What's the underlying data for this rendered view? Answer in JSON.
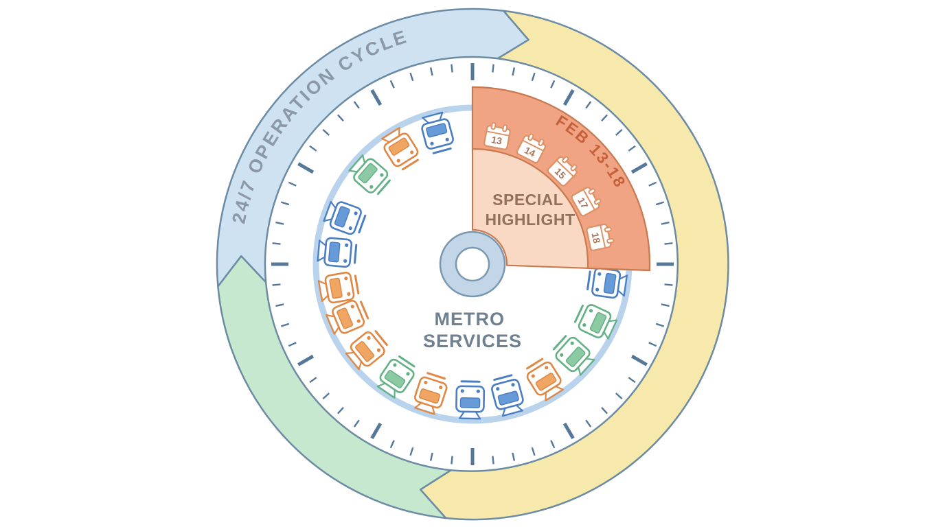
{
  "diagram": {
    "title": "24/7 OPERATION CYCLE",
    "center_label_line1": "METRO",
    "center_label_line2": "SERVICES",
    "ring": {
      "arrow_sweep": 7,
      "segments": [
        {
          "name": "blue-top-left",
          "color_key": "ring_blue",
          "start_angle": 265,
          "end_angle": 367
        },
        {
          "name": "yellow-right",
          "color_key": "ring_yellow",
          "start_angle": 7,
          "end_angle": 186
        },
        {
          "name": "green-bottom-left",
          "color_key": "ring_green",
          "start_angle": 186,
          "end_angle": 265
        }
      ]
    },
    "highlight": {
      "date_range": "FEB 13-18",
      "label_line1": "SPECIAL",
      "label_line2": "HIGHLIGHT",
      "start_angle": 0,
      "end_angle": 92,
      "calendars": [
        {
          "day": "13",
          "angle": 11
        },
        {
          "day": "14",
          "angle": 27
        },
        {
          "day": "15",
          "angle": 44
        },
        {
          "day": "17",
          "angle": 61
        },
        {
          "day": "18",
          "angle": 78
        }
      ]
    },
    "trains": [
      {
        "angle": 98,
        "color": "blue"
      },
      {
        "angle": 115,
        "color": "green"
      },
      {
        "angle": 132,
        "color": "green"
      },
      {
        "angle": 148,
        "color": "orange"
      },
      {
        "angle": 165,
        "color": "blue"
      },
      {
        "angle": 181,
        "color": "blue"
      },
      {
        "angle": 198,
        "color": "orange"
      },
      {
        "angle": 214,
        "color": "green"
      },
      {
        "angle": 231,
        "color": "orange"
      },
      {
        "angle": 247,
        "color": "orange"
      },
      {
        "angle": 260,
        "color": "orange"
      },
      {
        "angle": 275,
        "color": "blue"
      },
      {
        "angle": 290,
        "color": "blue"
      },
      {
        "angle": 311,
        "color": "green"
      },
      {
        "angle": 328,
        "color": "orange"
      },
      {
        "angle": 345,
        "color": "blue"
      }
    ],
    "colors": {
      "ring_blue": "#cfe2f1",
      "ring_yellow": "#f7e9ab",
      "ring_green": "#c5e8ce",
      "ring_stroke": "#6b8ba4",
      "tick": "#54779a",
      "inner_circle": "#bad3ec",
      "hub_fill": "#c2d6e8",
      "hub_stroke": "#7a97b0",
      "sector_fill": "#f9d9c4",
      "sector_band": "#f1a483",
      "sector_stroke": "#c97950",
      "title_text": "#8b98a5",
      "center_text": "#6f8090",
      "highlight_text": "#93705c",
      "date_text": "#c4613c",
      "calendar_stroke": "#dd9368",
      "calendar_text": "#a8765c",
      "train_blue": "#4a7ec2",
      "train_blue_fill": "#679bd8",
      "train_orange": "#df8743",
      "train_orange_fill": "#efa663",
      "train_green": "#63b084",
      "train_green_fill": "#8ccaa4"
    }
  }
}
